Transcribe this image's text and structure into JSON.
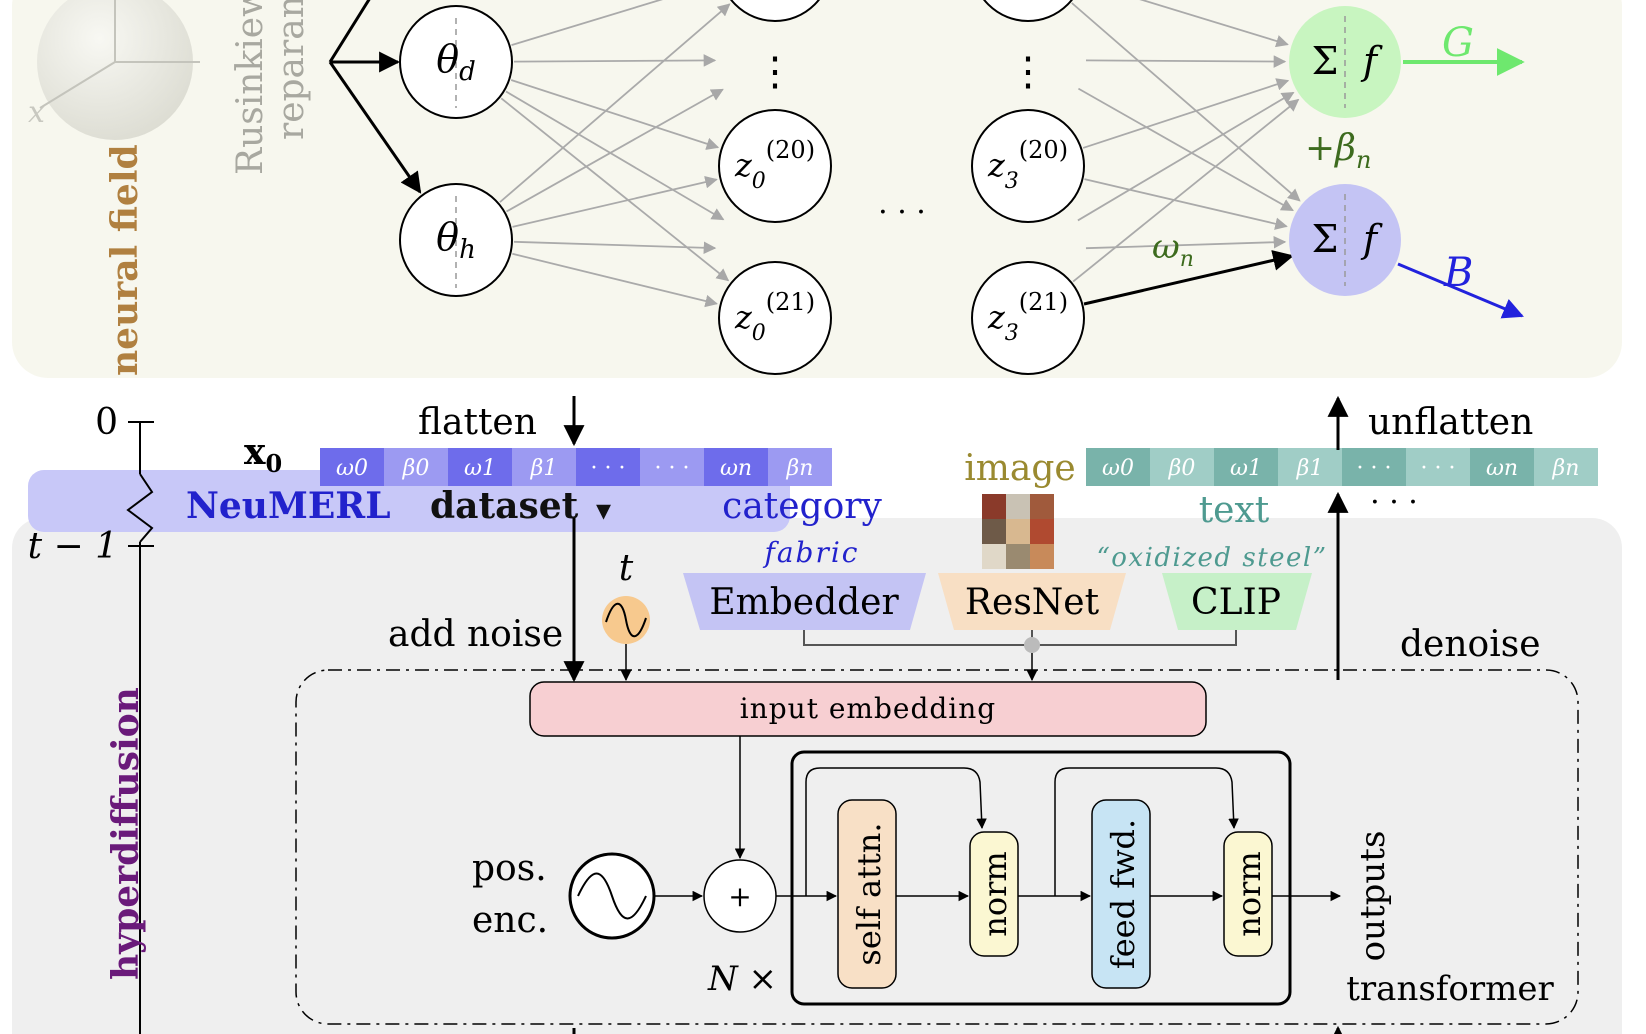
{
  "colors": {
    "nf_panel": "#f7f7ee",
    "hd_panel": "#efefef",
    "blue_band": "#c8c8f8",
    "green_node": "#c8f5c0",
    "purple_node": "#c4c4f4",
    "param_purple": "#7a78e8",
    "param_teal": "#7ab6ad",
    "embedder_fill": "#c4c4f4",
    "resnet_fill": "#f8dfc4",
    "clip_fill": "#c6f0c8",
    "input_embedding_fill": "#f7cfd2",
    "self_attn_fill": "#f8e0c6",
    "norm_fill": "#fbf7d2",
    "feed_fwd_fill": "#c7e4f4",
    "green_text": "#3d6b1e",
    "blue_text": "#2222cc",
    "teal_text": "#4e9a90",
    "olive_text": "#9a8a30",
    "orange_text": "#b08040",
    "purple_text": "#6a1a7a"
  },
  "neural_field": {
    "section_label": "neural field",
    "rusinkiewicz_line1": "Rusinkiew",
    "rusinkiewicz_line2": "reparam",
    "axis_x": "x",
    "input_nodes": [
      "θd",
      "θh"
    ],
    "col0_nodes": [
      "z0(20)",
      "z0(21)"
    ],
    "col3_nodes": [
      "z3(20)",
      "z3(21)"
    ],
    "vdots": "⋮",
    "hdots": "· · ·",
    "output_nodes": [
      {
        "sum": "Σ",
        "fn": "f",
        "out": "G"
      },
      {
        "sum": "Σ",
        "fn": "f",
        "out": "B"
      }
    ],
    "bias_label": "+βn",
    "weight_label": "ωn"
  },
  "timeline": {
    "t0_label": "0",
    "t1_label": "t − 1"
  },
  "flatten_label": "flatten",
  "unflatten_label": "unflatten",
  "x0_label": "x0",
  "param_cells": [
    "ω0",
    "β0",
    "ω1",
    "β1",
    "· · ·",
    "· · ·",
    "ωn",
    "βn"
  ],
  "dataset": {
    "name": "NeuMERL",
    "suffix": "dataset",
    "caret": "▾"
  },
  "conditions": {
    "category_label": "category",
    "category_value": "fabric",
    "image_label": "image",
    "text_label": "text",
    "text_value": "“oxidized steel”",
    "more": "· · ·",
    "encoders": [
      "Embedder",
      "ResNet",
      "CLIP"
    ]
  },
  "hyperdiffusion": {
    "section_label": "hyperdiffusion",
    "t_label": "t",
    "add_noise": "add noise",
    "denoise": "denoise",
    "input_embedding": "input embedding",
    "pos_enc_line1": "pos.",
    "pos_enc_line2": "enc.",
    "plus": "+",
    "n_times": "N ×",
    "blocks": [
      "self attn.",
      "norm",
      "feed fwd.",
      "norm"
    ],
    "outputs": "outputs",
    "transformer": "transformer"
  }
}
